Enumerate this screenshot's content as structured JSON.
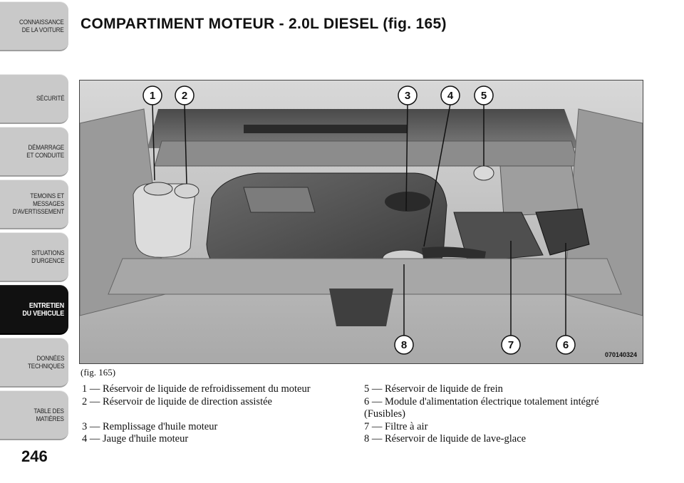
{
  "sidebar": {
    "tabs": [
      {
        "label": "CONNAISSANCE\nDE LA VOITURE",
        "active": false
      },
      {
        "label": "SÉCURITÉ",
        "active": false
      },
      {
        "label": "DÉMARRAGE\nET CONDUITE",
        "active": false
      },
      {
        "label": "TEMOINS ET\nMESSAGES\nD'AVERTISSEMENT",
        "active": false
      },
      {
        "label": "SITUATIONS\nD'URGENCE",
        "active": false
      },
      {
        "label": "ENTRETIEN\nDU VEHICULE",
        "active": true
      },
      {
        "label": "DONNÉES\nTECHNIQUES",
        "active": false
      },
      {
        "label": "TABLE DES\nMATIÈRES",
        "active": false
      }
    ]
  },
  "page_number": "246",
  "title": "COMPARTIMENT MOTEUR - 2.0L DIESEL (fig.  165)",
  "figure": {
    "code": "070140324",
    "caption": "(fig. 165)",
    "callouts": [
      "1",
      "2",
      "3",
      "4",
      "5",
      "8",
      "7",
      "6"
    ]
  },
  "legend": {
    "left": [
      "1 — Réservoir de liquide de refroidissement du moteur",
      "2 — Réservoir de liquide de direction assistée",
      "",
      "3 — Remplissage d'huile moteur",
      "4 — Jauge d'huile moteur"
    ],
    "right": [
      "5 — Réservoir de liquide de frein",
      "6 — Module d'alimentation électrique totalement intégré",
      "(Fusibles)",
      "7 — Filtre à air",
      "8 — Réservoir de liquide de lave-glace"
    ]
  }
}
